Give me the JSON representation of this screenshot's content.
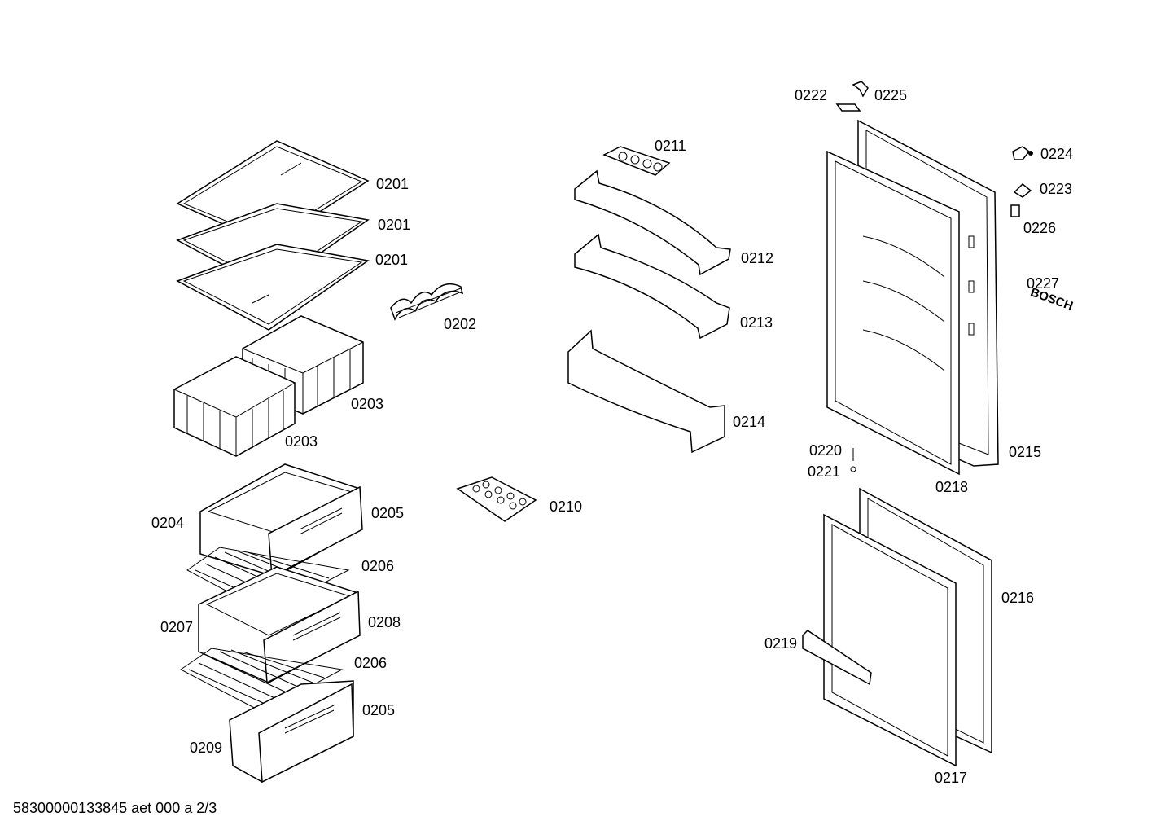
{
  "diagram": {
    "footer": "58300000133845 aet 000 a 2/3",
    "logo_text": "BOSCH",
    "labels": [
      {
        "id": "0201a",
        "text": "0201"
      },
      {
        "id": "0201b",
        "text": "0201"
      },
      {
        "id": "0201c",
        "text": "0201"
      },
      {
        "id": "0202",
        "text": "0202"
      },
      {
        "id": "0203a",
        "text": "0203"
      },
      {
        "id": "0203b",
        "text": "0203"
      },
      {
        "id": "0204",
        "text": "0204"
      },
      {
        "id": "0205a",
        "text": "0205"
      },
      {
        "id": "0206a",
        "text": "0206"
      },
      {
        "id": "0207",
        "text": "0207"
      },
      {
        "id": "0208",
        "text": "0208"
      },
      {
        "id": "0206b",
        "text": "0206"
      },
      {
        "id": "0205b",
        "text": "0205"
      },
      {
        "id": "0209",
        "text": "0209"
      },
      {
        "id": "0210",
        "text": "0210"
      },
      {
        "id": "0211",
        "text": "0211"
      },
      {
        "id": "0212",
        "text": "0212"
      },
      {
        "id": "0213",
        "text": "0213"
      },
      {
        "id": "0214",
        "text": "0214"
      },
      {
        "id": "0222",
        "text": "0222"
      },
      {
        "id": "0225",
        "text": "0225"
      },
      {
        "id": "0224",
        "text": "0224"
      },
      {
        "id": "0223",
        "text": "0223"
      },
      {
        "id": "0226",
        "text": "0226"
      },
      {
        "id": "0227",
        "text": "0227"
      },
      {
        "id": "0220",
        "text": "0220"
      },
      {
        "id": "0221",
        "text": "0221"
      },
      {
        "id": "0215",
        "text": "0215"
      },
      {
        "id": "0218",
        "text": "0218"
      },
      {
        "id": "0216",
        "text": "0216"
      },
      {
        "id": "0219",
        "text": "0219"
      },
      {
        "id": "0217",
        "text": "0217"
      }
    ]
  }
}
